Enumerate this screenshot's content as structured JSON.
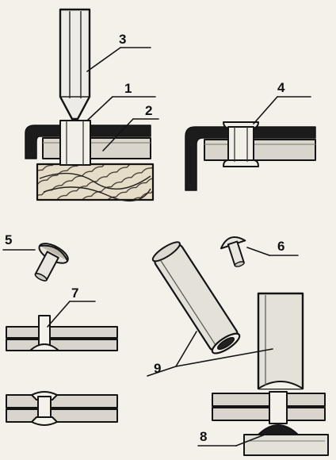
{
  "labels": {
    "n1": "1",
    "n2": "2",
    "n3": "3",
    "n4": "4",
    "n5": "5",
    "n6": "6",
    "n7": "7",
    "n8": "8",
    "n9": "9"
  },
  "colors": {
    "ink": "#141414",
    "paper": "#f4f1ea",
    "metal": "#d9d5cc",
    "wood": "#e6ddc9"
  }
}
